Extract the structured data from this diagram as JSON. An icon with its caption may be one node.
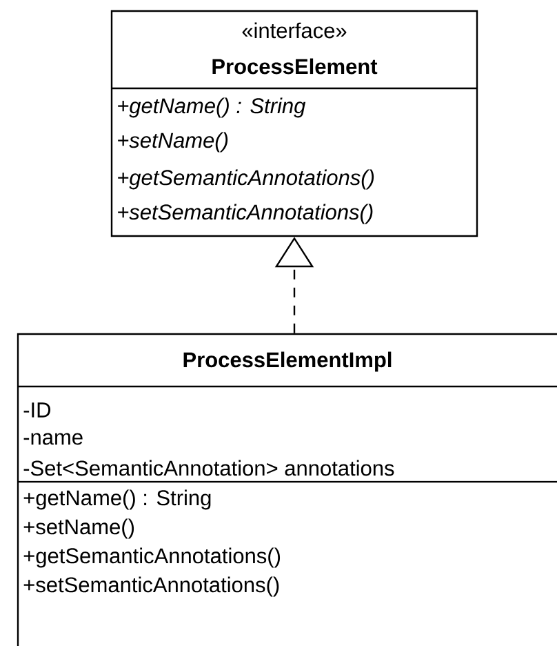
{
  "diagram": {
    "nodes": [
      {
        "text": [
          "«interface»",
          "ProcessElement",
          "+getName() : String",
          "+setName()",
          "+getSemanticAnnotations()",
          "+setSemanticAnnotations()"
        ]
      },
      {
        "text": [
          "ProcessElementImpl",
          "-ID",
          "-name",
          "-Set<SemanticAnnotation> annotations",
          "+getName() : String",
          "+setName()",
          "+getSemanticAnnotations()",
          "+setSemanticAnnotations()"
        ]
      }
    ],
    "edges": [
      {
        "from": 1,
        "to": 0,
        "arrow": "to",
        "style": "dashed"
      }
    ]
  }
}
